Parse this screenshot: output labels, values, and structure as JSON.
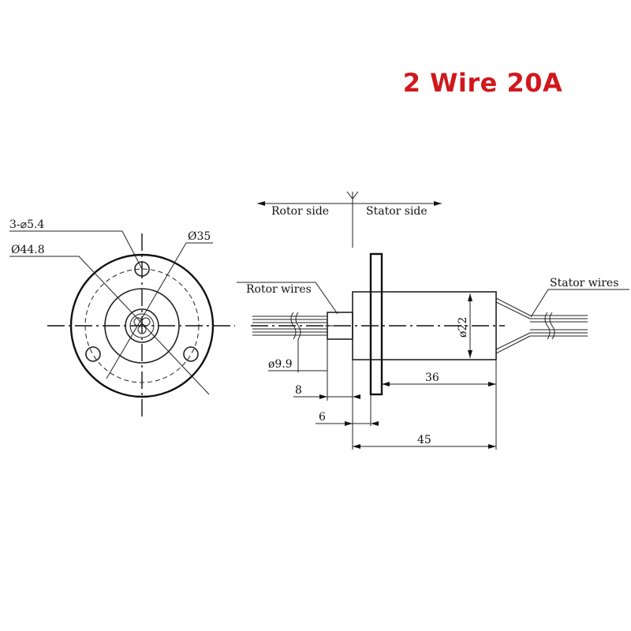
{
  "title": "2 Wire 20A",
  "colors": {
    "title": "#d0181c",
    "line": "#222222"
  },
  "front_view": {
    "holes_label": "3-⌀5.4",
    "outer_dia_label": "Ø44.8",
    "bolt_circle_label": "Ø35"
  },
  "side_view": {
    "rotor_side_label": "Rotor side",
    "stator_side_label": "Stator side",
    "rotor_wires_label": "Rotor wires",
    "stator_wires_label": "Stator wires",
    "body_dia_label": "ø22",
    "shaft_dia_label": "ø9.9",
    "dim_8": "8",
    "dim_6": "6",
    "dim_36": "36",
    "dim_45": "45"
  }
}
